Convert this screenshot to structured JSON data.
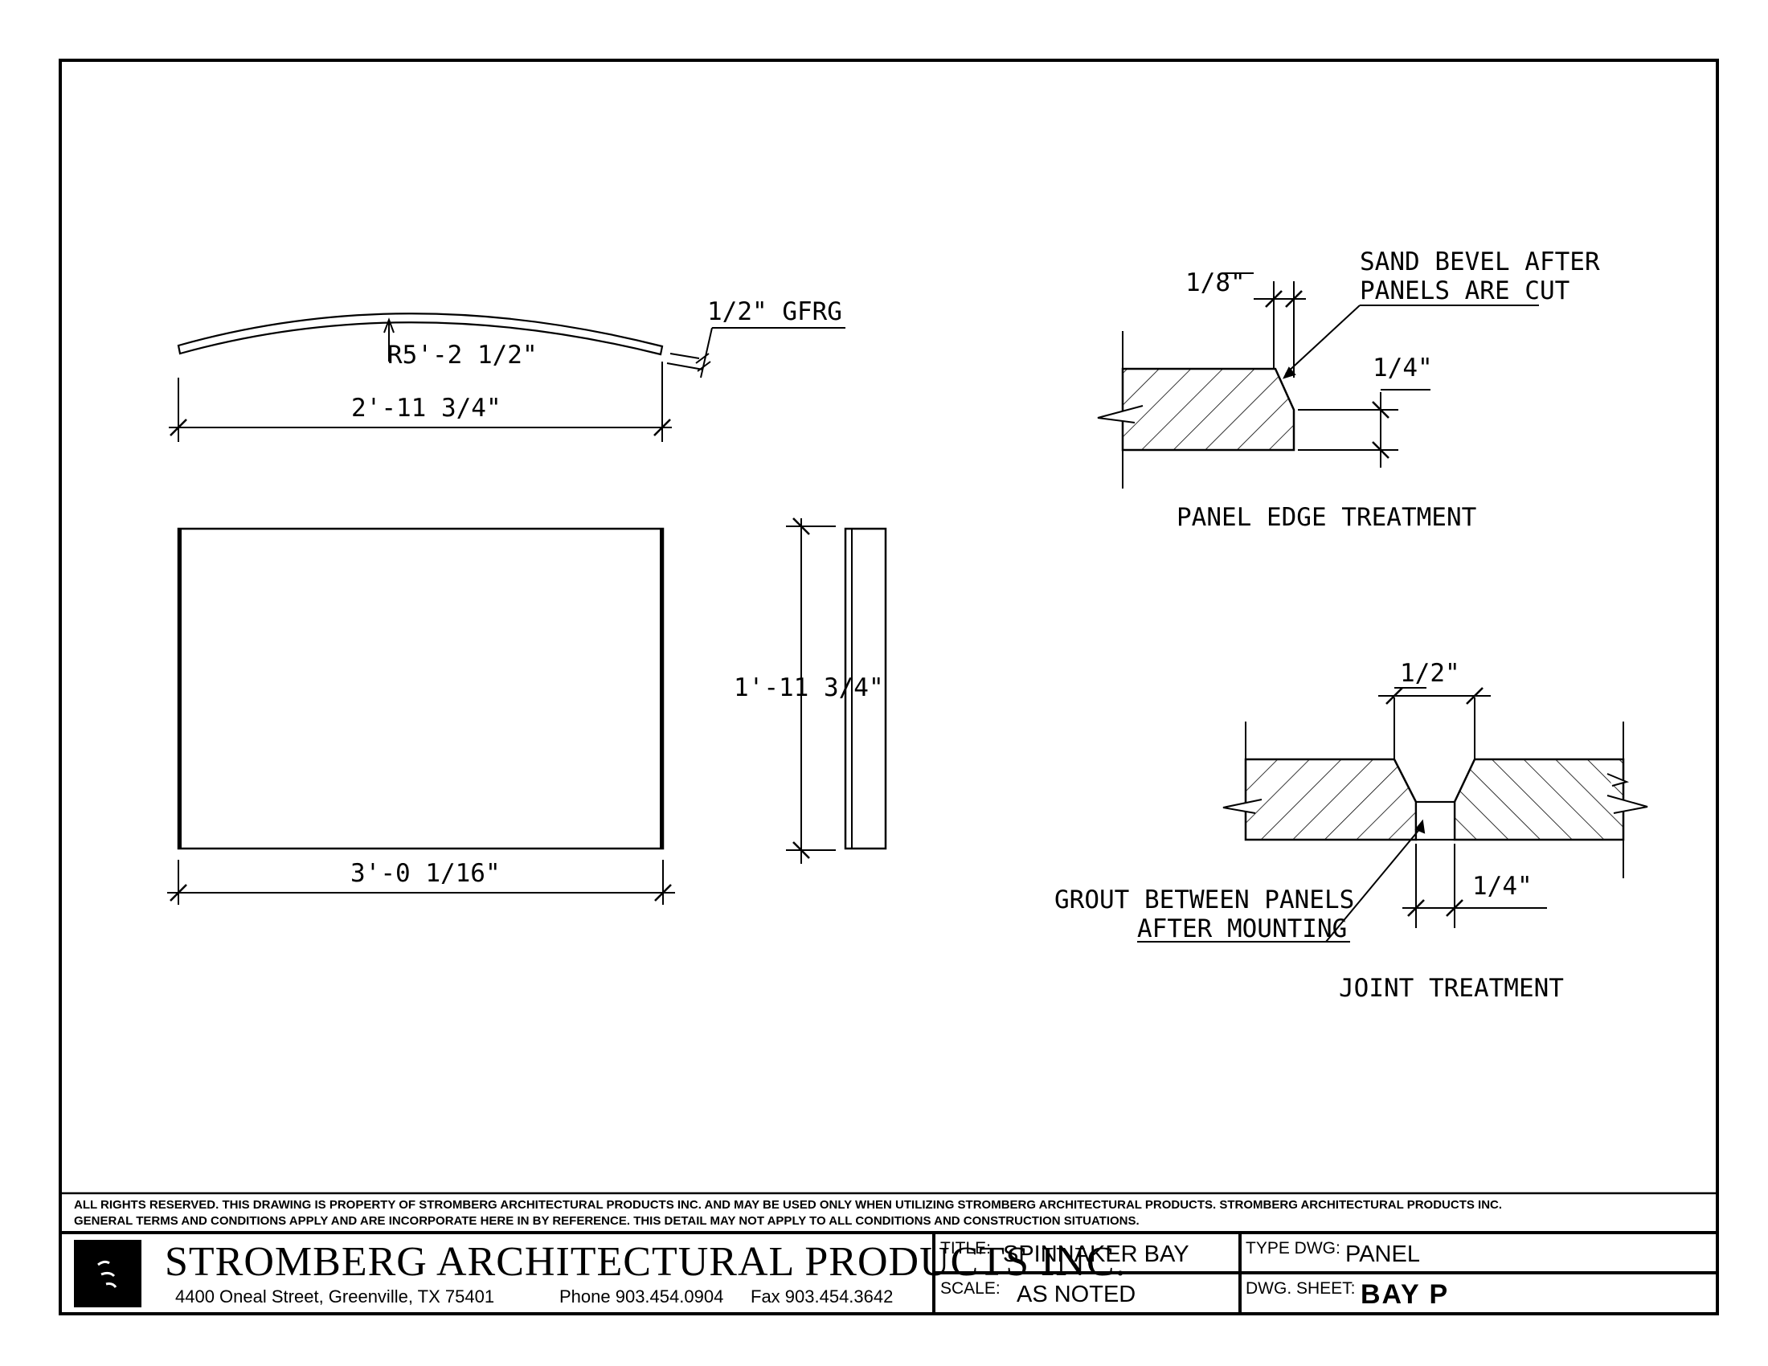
{
  "top_view": {
    "radius_label": "R5'-2 1/2\"",
    "material_label": "1/2\" GFRG",
    "chord_label": "2'-11 3/4\""
  },
  "front_view": {
    "width_label": "3'-0 1/16\""
  },
  "side_view": {
    "height_label": "1'-11 3/4\""
  },
  "edge_detail": {
    "title": "PANEL EDGE TREATMENT",
    "dim_top": "1/8\"",
    "dim_side": "1/4\"",
    "note_line1": "SAND BEVEL AFTER",
    "note_line2": "PANELS ARE CUT"
  },
  "joint_detail": {
    "title": "JOINT TREATMENT",
    "dim_top": "1/2\"",
    "dim_bottom": "1/4\"",
    "note_line1": "GROUT BETWEEN PANELS",
    "note_line2": "AFTER MOUNTING"
  },
  "notes": {
    "line1": "ALL RIGHTS RESERVED. THIS DRAWING IS PROPERTY OF STROMBERG ARCHITECTURAL PRODUCTS INC. AND MAY BE USED ONLY WHEN UTILIZING STROMBERG ARCHITECTURAL PRODUCTS.  STROMBERG ARCHITECTURAL PRODUCTS INC.",
    "line2": "GENERAL TERMS AND CONDITIONS APPLY AND ARE INCORPORATE HERE IN BY REFERENCE.  THIS DETAIL MAY NOT APPLY TO ALL CONDITIONS AND CONSTRUCTION SITUATIONS."
  },
  "title_block": {
    "company": "STROMBERG ARCHITECTURAL PRODUCTS INC.",
    "address": "4400 Oneal Street, Greenville, TX  75401",
    "phone": "Phone 903.454.0904",
    "fax": "Fax 903.454.3642",
    "title_label": "TITLE:",
    "title_value": "SPINNAKER BAY",
    "scale_label": "SCALE:",
    "scale_value": "AS NOTED",
    "type_label": "TYPE DWG:",
    "type_value": "PANEL",
    "sheet_label": "DWG. SHEET:",
    "sheet_value": "BAY P"
  }
}
